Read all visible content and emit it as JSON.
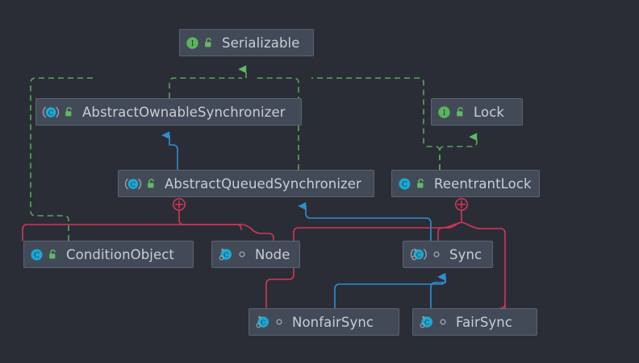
{
  "diagram": {
    "title": "Java AbstractQueuedSynchronizer class hierarchy",
    "background_color": "#2b2d36",
    "node_fill": "#434a57",
    "node_border": "#5b6271",
    "label_color": "#c8cdd4",
    "colors": {
      "interface_green": "#5ab45e",
      "class_cyan": "#1ba8d4",
      "implements_dashed_green": "#55a65a",
      "extends_solid_blue": "#2d8fd1",
      "inner_class_crimson": "#d13756"
    },
    "nodes": [
      {
        "id": "serializable",
        "label": "Serializable",
        "kind_icon": "interface-icon",
        "kind_letter": "I",
        "visibility_icon": "lock-public-icon",
        "nested": false,
        "abstract": false
      },
      {
        "id": "abstract-ownable-synchronizer",
        "label": "AbstractOwnableSynchronizer",
        "kind_icon": "abstract-class-icon",
        "kind_letter": "C",
        "visibility_icon": "lock-public-icon",
        "nested": false,
        "abstract": true
      },
      {
        "id": "lock",
        "label": "Lock",
        "kind_icon": "interface-icon",
        "kind_letter": "I",
        "visibility_icon": "lock-public-icon",
        "nested": false,
        "abstract": false
      },
      {
        "id": "abstract-queued-synchronizer",
        "label": "AbstractQueuedSynchronizer",
        "kind_icon": "abstract-class-icon",
        "kind_letter": "C",
        "visibility_icon": "lock-public-icon",
        "nested": false,
        "abstract": true
      },
      {
        "id": "reentrant-lock",
        "label": "ReentrantLock",
        "kind_icon": "class-icon",
        "kind_letter": "C",
        "visibility_icon": "lock-public-icon",
        "nested": false,
        "abstract": false
      },
      {
        "id": "condition-object",
        "label": "ConditionObject",
        "kind_icon": "class-icon",
        "kind_letter": "C",
        "visibility_icon": "lock-public-icon",
        "nested": false,
        "abstract": false
      },
      {
        "id": "node",
        "label": "Node",
        "kind_icon": "nested-class-icon",
        "kind_letter": "C",
        "visibility_icon": "package-private-circle-icon",
        "nested": true,
        "abstract": false
      },
      {
        "id": "sync",
        "label": "Sync",
        "kind_icon": "nested-abstract-class-icon",
        "kind_letter": "C",
        "visibility_icon": "package-private-circle-icon",
        "nested": true,
        "abstract": true
      },
      {
        "id": "nonfair-sync",
        "label": "NonfairSync",
        "kind_icon": "nested-class-icon",
        "kind_letter": "C",
        "visibility_icon": "package-private-circle-icon",
        "nested": true,
        "abstract": false
      },
      {
        "id": "fair-sync",
        "label": "FairSync",
        "kind_icon": "nested-class-icon",
        "kind_letter": "C",
        "visibility_icon": "package-private-circle-icon",
        "nested": true,
        "abstract": false
      }
    ],
    "edges": [
      {
        "from": "abstract-ownable-synchronizer",
        "to": "serializable",
        "type": "implements",
        "style": "dashed",
        "color": "#55a65a"
      },
      {
        "from": "condition-object",
        "to": "serializable",
        "type": "implements",
        "style": "dashed",
        "color": "#55a65a"
      },
      {
        "from": "abstract-queued-synchronizer",
        "to": "serializable",
        "type": "implements",
        "style": "dashed",
        "color": "#55a65a"
      },
      {
        "from": "reentrant-lock",
        "to": "serializable",
        "type": "implements",
        "style": "dashed",
        "color": "#55a65a"
      },
      {
        "from": "reentrant-lock",
        "to": "lock",
        "type": "implements",
        "style": "dashed",
        "color": "#55a65a"
      },
      {
        "from": "abstract-queued-synchronizer",
        "to": "abstract-ownable-synchronizer",
        "type": "extends",
        "style": "solid",
        "color": "#2d8fd1"
      },
      {
        "from": "sync",
        "to": "abstract-queued-synchronizer",
        "type": "extends",
        "style": "solid",
        "color": "#2d8fd1"
      },
      {
        "from": "nonfair-sync",
        "to": "sync",
        "type": "extends",
        "style": "solid",
        "color": "#2d8fd1"
      },
      {
        "from": "fair-sync",
        "to": "sync",
        "type": "extends",
        "style": "solid",
        "color": "#2d8fd1"
      },
      {
        "from": "abstract-queued-synchronizer",
        "to": "condition-object",
        "type": "inner-class",
        "style": "solid",
        "color": "#d13756",
        "marker": "plus-circle"
      },
      {
        "from": "abstract-queued-synchronizer",
        "to": "node",
        "type": "inner-class",
        "style": "solid",
        "color": "#d13756",
        "marker": "plus-circle"
      },
      {
        "from": "reentrant-lock",
        "to": "sync",
        "type": "inner-class",
        "style": "solid",
        "color": "#d13756",
        "marker": "plus-circle"
      },
      {
        "from": "reentrant-lock",
        "to": "nonfair-sync",
        "type": "inner-class",
        "style": "solid",
        "color": "#d13756",
        "marker": "plus-circle"
      },
      {
        "from": "reentrant-lock",
        "to": "fair-sync",
        "type": "inner-class",
        "style": "solid",
        "color": "#d13756",
        "marker": "plus-circle"
      }
    ]
  }
}
